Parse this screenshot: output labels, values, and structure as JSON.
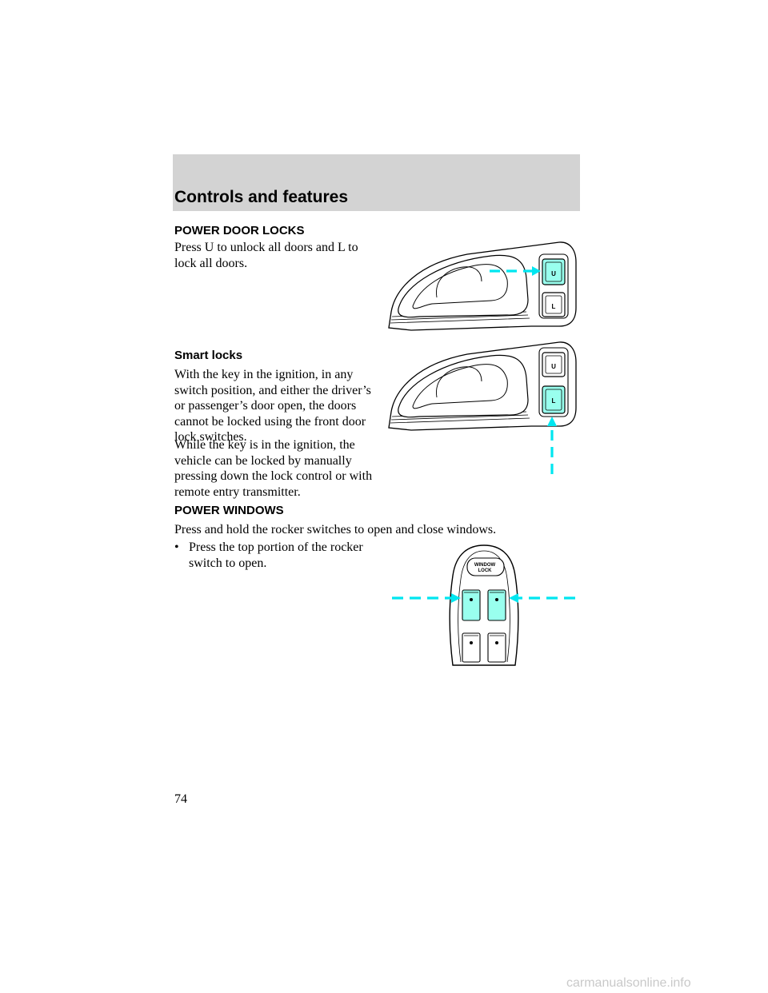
{
  "header": {
    "title": "Controls and features"
  },
  "sections": {
    "power_door_locks": {
      "heading": "POWER DOOR LOCKS",
      "text": "Press U to unlock all doors and L to lock all doors."
    },
    "smart_locks": {
      "heading": "Smart locks",
      "para1": "With the key in the ignition, in any switch position, and either the driver’s or passenger’s door open, the doors cannot be locked using the front door lock switches.",
      "para2": "While the key is in the ignition, the vehicle can be locked by manually pressing down the lock control or with remote entry transmitter."
    },
    "power_windows": {
      "heading": "POWER WINDOWS",
      "intro": "Press and hold the rocker switches to open and close windows.",
      "bullets": [
        {
          "symbol": "•",
          "text": "Press the top portion of the rocker switch to open."
        }
      ]
    }
  },
  "figures": {
    "door_lock_switch": {
      "unlock_label": "U",
      "lock_label": "L"
    },
    "window_switch": {
      "lock_label_line1": "WINDOW",
      "lock_label_line2": "LOCK"
    }
  },
  "colors": {
    "highlight": "#99ffee",
    "arrow": "#00e6f0",
    "header_band": "#d3d3d3"
  },
  "page_number": "74",
  "watermark": "carmanualsonline.info"
}
